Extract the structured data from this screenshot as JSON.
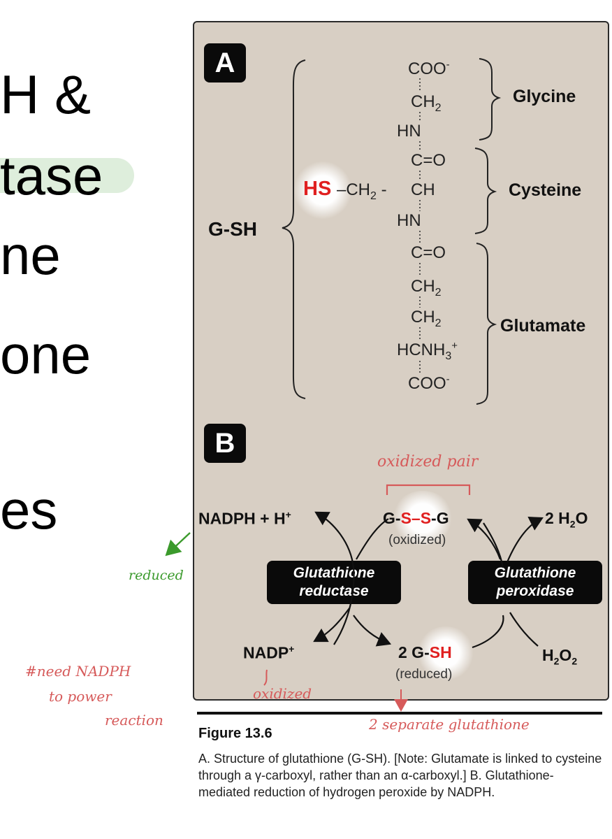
{
  "slide_fragments": [
    "H &",
    "tase",
    "ne",
    "one",
    "es"
  ],
  "panel_a": {
    "badge": "A",
    "gsh_label": "G-SH",
    "hs_group": "HS",
    "side_chain": "–CH",
    "side_chain_sub": "2",
    "side_dash": " - ",
    "backbone": {
      "coo_top": "COO",
      "coo_top_sup": "-",
      "ch2_1": "CH",
      "ch2_1_sub": "2",
      "hn_1": "HN",
      "co_1": "C=O",
      "ch": "CH",
      "hn_2": "HN",
      "co_2": "C=O",
      "ch2_2": "CH",
      "ch2_2_sub": "2",
      "ch2_3": "CH",
      "ch2_3_sub": "2",
      "hcnh": "HCNH",
      "hcnh_sub": "3",
      "hcnh_sup": "+",
      "coo_bottom": "COO",
      "coo_bottom_sup": "-"
    },
    "residues": [
      "Glycine",
      "Cysteine",
      "Glutamate"
    ]
  },
  "panel_b": {
    "badge": "B",
    "nadph": "NADPH + H",
    "nadph_sup": "+",
    "gssg_left": "G-",
    "gssg_s1": "S",
    "gssg_dash": "–",
    "gssg_s2": "S",
    "gssg_right": "-G",
    "oxidized": "(oxidized)",
    "water_prefix": "2 H",
    "water_sub": "2",
    "water_suffix": "O",
    "enzyme_reductase": [
      "Glutathione",
      "reductase"
    ],
    "enzyme_peroxidase": [
      "Glutathione",
      "peroxidase"
    ],
    "nadp": "NADP",
    "nadp_sup": "+",
    "gsh_prefix": "2 G-",
    "gsh_sh": "SH",
    "reduced": "(reduced)",
    "h2o2_h": "H",
    "h2o2_sub1": "2",
    "h2o2_o": "O",
    "h2o2_sub2": "2"
  },
  "annotations": {
    "oxidized_pair": "oxidized pair",
    "reduced_green": "reduced",
    "need_nadph": [
      "#need NADPH",
      "to power",
      "reaction"
    ],
    "oxidized_note": "oxidized",
    "separate_glutathione": "2 separate glutathione"
  },
  "figure": {
    "title": "Figure 13.6",
    "caption": "A. Structure of glutathione (G-SH). [Note: Glutamate is linked to cysteine through a γ-carboxyl, rather than an α-carboxyl.] B. Glutathione-mediated reduction of hydrogen peroxide by NADPH."
  },
  "colors": {
    "panel_bg": "#d8cfc4",
    "sulfur_red": "#e02020",
    "annotation_red": "#d65a5a",
    "annotation_green": "#3b9a2c",
    "highlight_green": "#deeedc"
  }
}
